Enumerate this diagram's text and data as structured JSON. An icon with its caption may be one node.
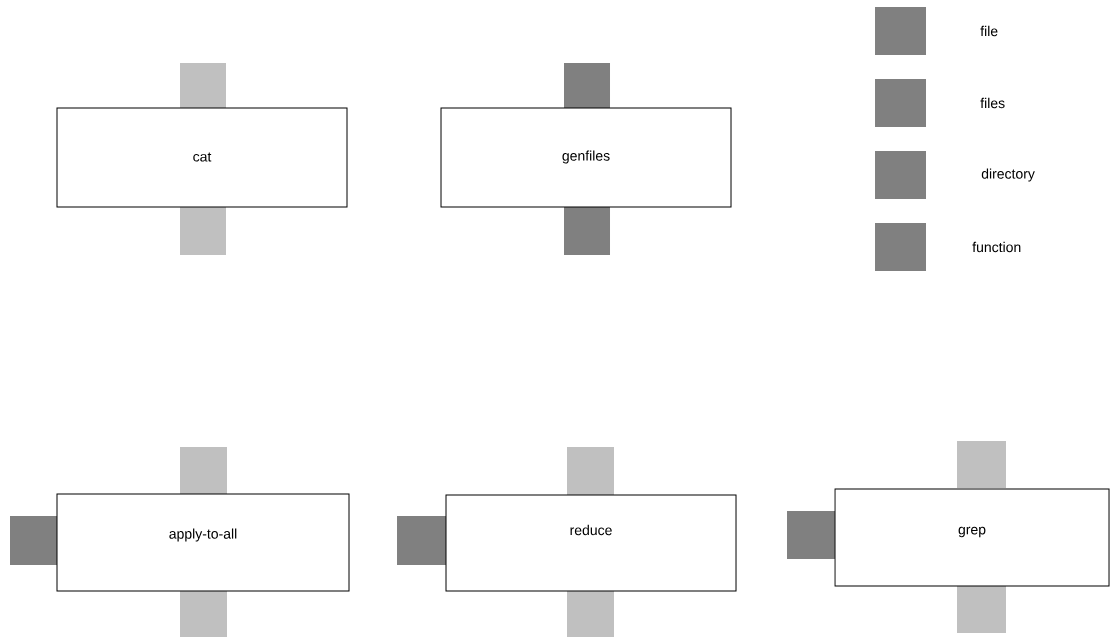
{
  "diagram": {
    "nodes": [
      {
        "text": [
          "cat"
        ]
      },
      {
        "text": [
          "genfiles"
        ]
      },
      {
        "text": [
          "apply-to-all"
        ]
      },
      {
        "text": [
          "reduce"
        ]
      },
      {
        "text": [
          "grep"
        ]
      }
    ],
    "legend": [
      {
        "text": "file",
        "color": "#808080"
      },
      {
        "text": "files",
        "color": "#808080"
      },
      {
        "text": "directory",
        "color": "#808080"
      },
      {
        "text": "function",
        "color": "#808080"
      }
    ]
  }
}
